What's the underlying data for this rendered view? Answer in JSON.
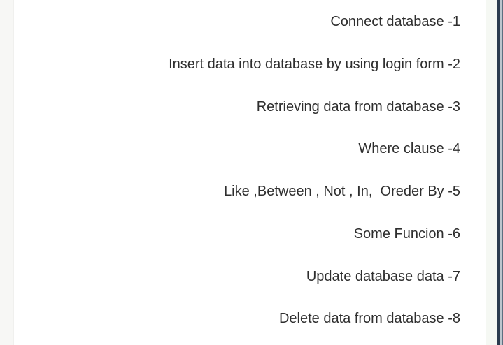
{
  "lessons": [
    {
      "label": "Connect database -1"
    },
    {
      "label": "Insert data into database by using login form -2"
    },
    {
      "label": "Retrieving data from database -3"
    },
    {
      "label": "Where clause -4"
    },
    {
      "label": "Like ,Between , Not , In,  Oreder By -5"
    },
    {
      "label": "Some Funcion -6"
    },
    {
      "label": "Update database data -7"
    },
    {
      "label": "Delete data from database -8"
    }
  ],
  "colors": {
    "text": "#2e2e2e",
    "background": "#ffffff",
    "left_gutter": "#f7f7f5",
    "right_gutter": "#f5f8f3",
    "scrollbar_track": "#2b3b4e",
    "scrollbar_thumb": "#bcc5cd",
    "scrollbar_edge": "#5d6f80"
  }
}
